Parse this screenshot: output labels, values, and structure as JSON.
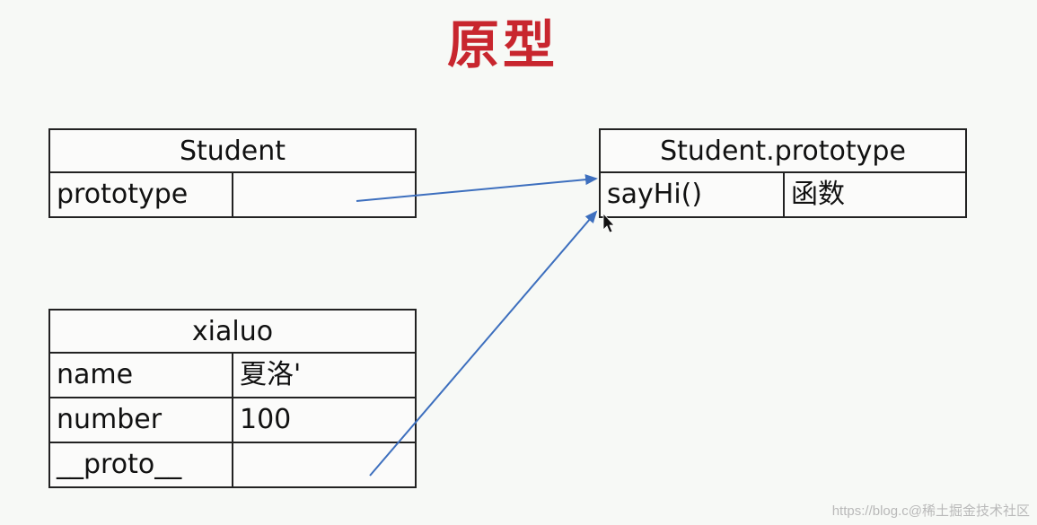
{
  "title": "原型",
  "student": {
    "header": "Student",
    "rows": [
      {
        "key": "prototype",
        "value": ""
      }
    ]
  },
  "student_prototype": {
    "header": "Student.prototype",
    "rows": [
      {
        "key": "sayHi()",
        "value": "函数"
      }
    ]
  },
  "xialuo": {
    "header": "xialuo",
    "rows": [
      {
        "key": "name",
        "value": "夏洛'"
      },
      {
        "key": "number",
        "value": "100"
      },
      {
        "key": "__proto__",
        "value": ""
      }
    ]
  },
  "arrow_color": "#3d6fbe",
  "title_color": "#c8262e",
  "watermark": "https://blog.c@稀土掘金技术社区"
}
